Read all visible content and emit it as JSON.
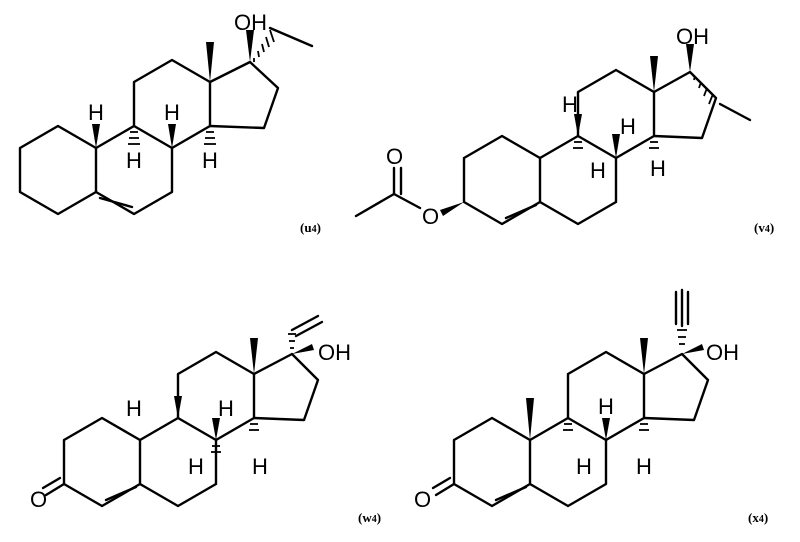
{
  "figure": {
    "atoms": {
      "oh": "OH",
      "h": "H",
      "o": "O"
    },
    "structures": [
      {
        "id": "u4",
        "label_main": "(u",
        "label_sub": "4",
        "label_end": ")"
      },
      {
        "id": "v4",
        "label_main": "(v",
        "label_sub": "4",
        "label_end": ")"
      },
      {
        "id": "w4",
        "label_main": "(w",
        "label_sub": "4",
        "label_end": ")"
      },
      {
        "id": "x4",
        "label_main": "(x",
        "label_sub": "4",
        "label_end": ")"
      }
    ]
  }
}
